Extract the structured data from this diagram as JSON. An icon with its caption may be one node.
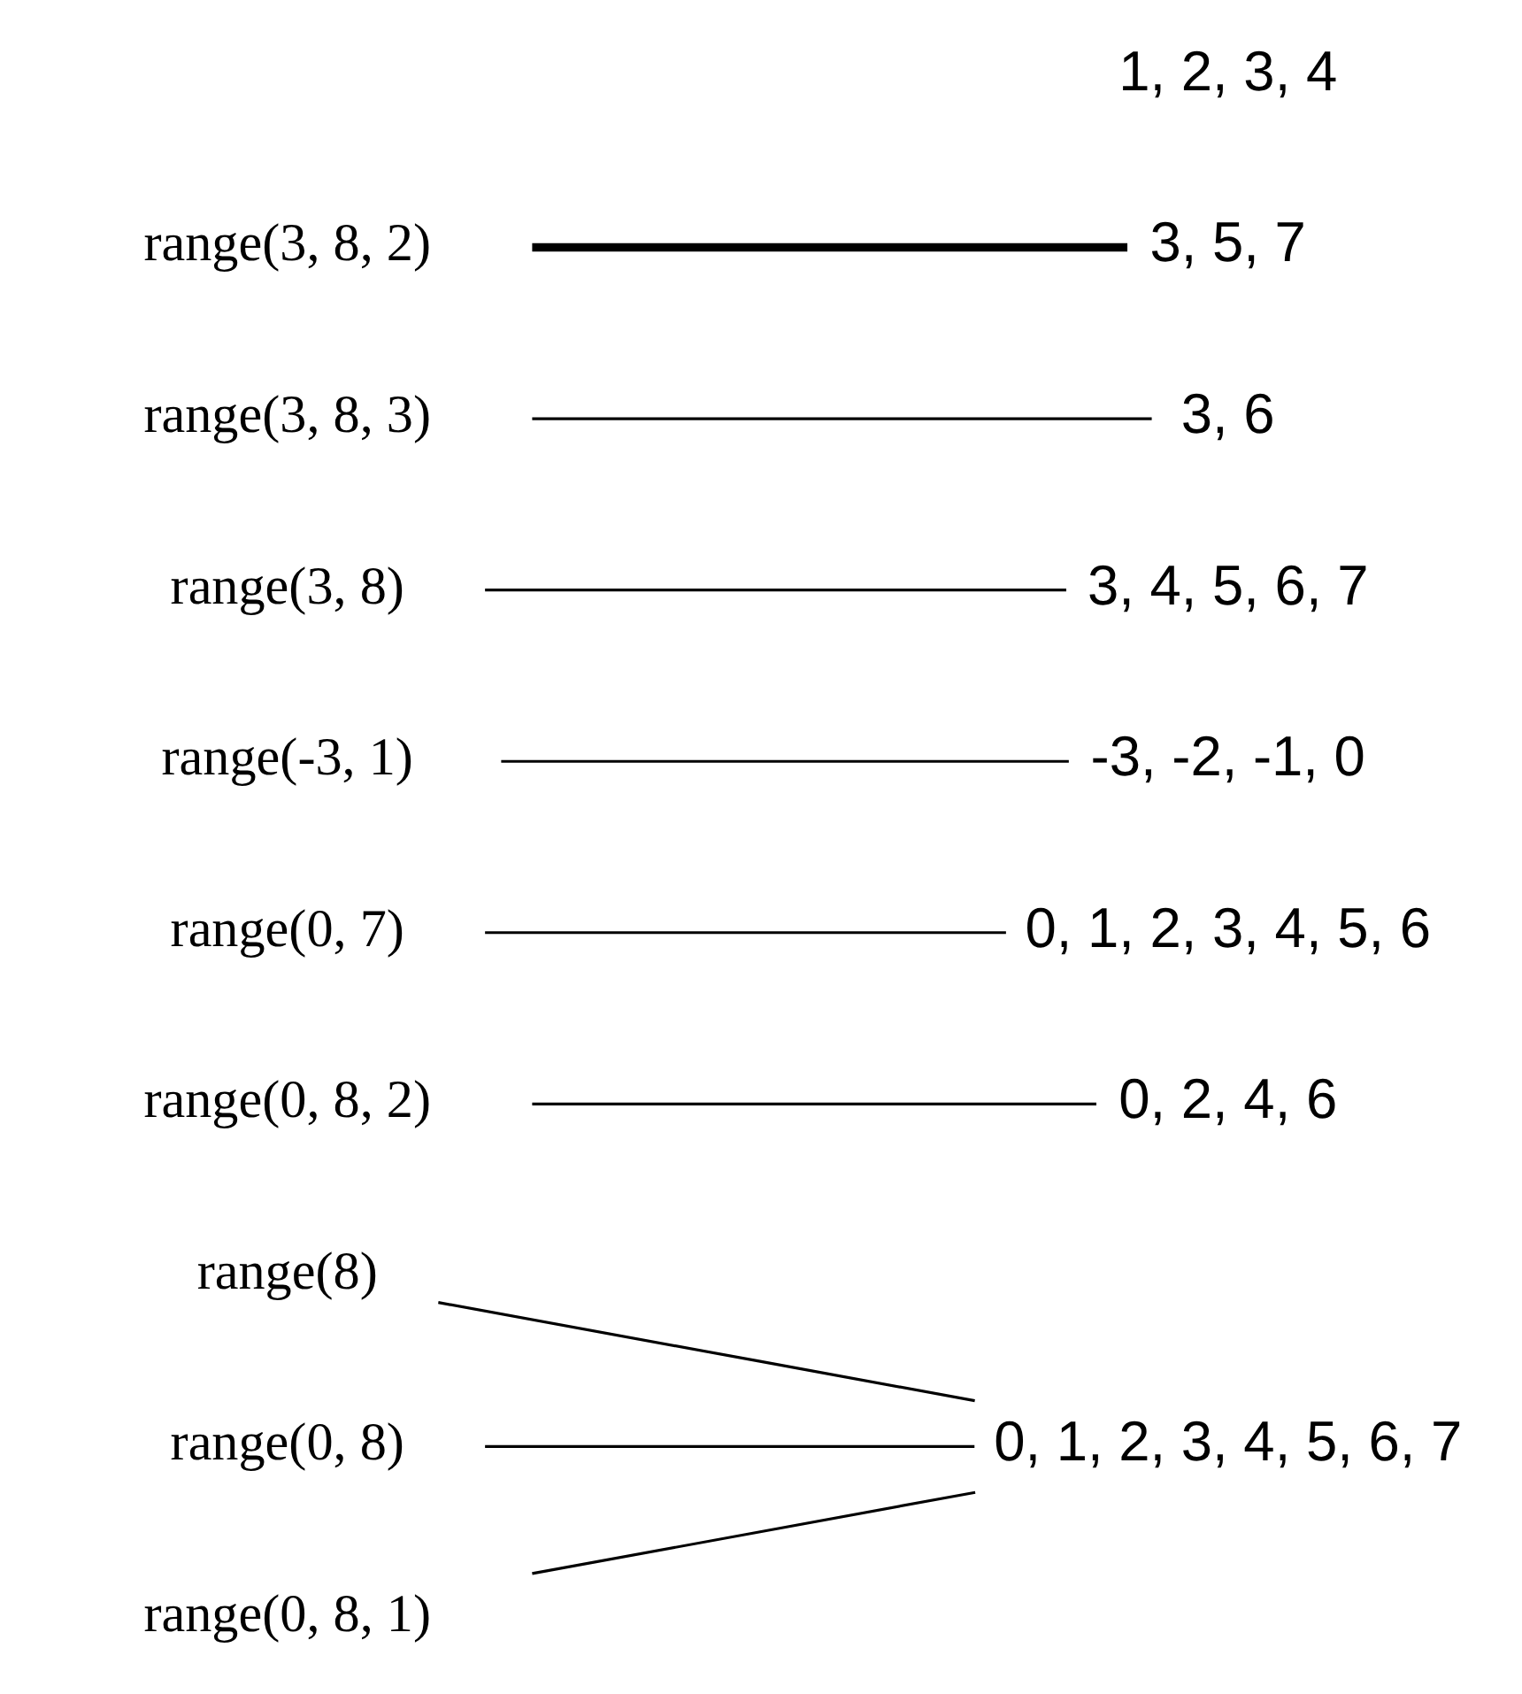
{
  "diagram": {
    "nodes": [
      {
        "text": [
          "range(8)"
        ]
      },
      {
        "text": [
          "range(0, 8)"
        ]
      },
      {
        "text": [
          "range(0, 8, 1)"
        ]
      },
      {
        "text": [
          "range(0, 8, 2)"
        ]
      },
      {
        "text": [
          "range(0, 7)"
        ]
      },
      {
        "text": [
          "range(-3, 1)"
        ]
      },
      {
        "text": [
          "range(3, 8)"
        ]
      },
      {
        "text": [
          "range(3, 8, 3)"
        ]
      },
      {
        "text": [
          "range(3, 8, 2)"
        ]
      },
      {
        "text": [
          "-3, -2, -1, 0"
        ]
      },
      {
        "text": [
          "3, 6"
        ]
      },
      {
        "text": [
          "0, 1, 2, 3, 4, 5, 6, 7"
        ]
      },
      {
        "text": [
          "0, 1, 2, 3, 4, 5, 6"
        ]
      },
      {
        "text": [
          "0, 2, 4, 6"
        ]
      },
      {
        "text": [
          "3, 4, 5, 6, 7"
        ]
      },
      {
        "text": [
          "3, 5, 7"
        ]
      },
      {
        "text": [
          "1, 2, 3, 4"
        ]
      }
    ],
    "edges": [
      {
        "from": 0,
        "to": 11,
        "arrow": "none"
      },
      {
        "from": 1,
        "to": 11,
        "arrow": "none"
      },
      {
        "from": 2,
        "to": 11,
        "arrow": "none"
      },
      {
        "from": 3,
        "to": 13,
        "arrow": "none"
      },
      {
        "from": 4,
        "to": 12,
        "arrow": "none"
      },
      {
        "from": 5,
        "to": 9,
        "arrow": "none"
      },
      {
        "from": 6,
        "to": 14,
        "arrow": "none"
      },
      {
        "from": 7,
        "to": 10,
        "arrow": "none"
      },
      {
        "from": 8,
        "to": 15,
        "arrow": "none",
        "style": "thick"
      }
    ]
  }
}
